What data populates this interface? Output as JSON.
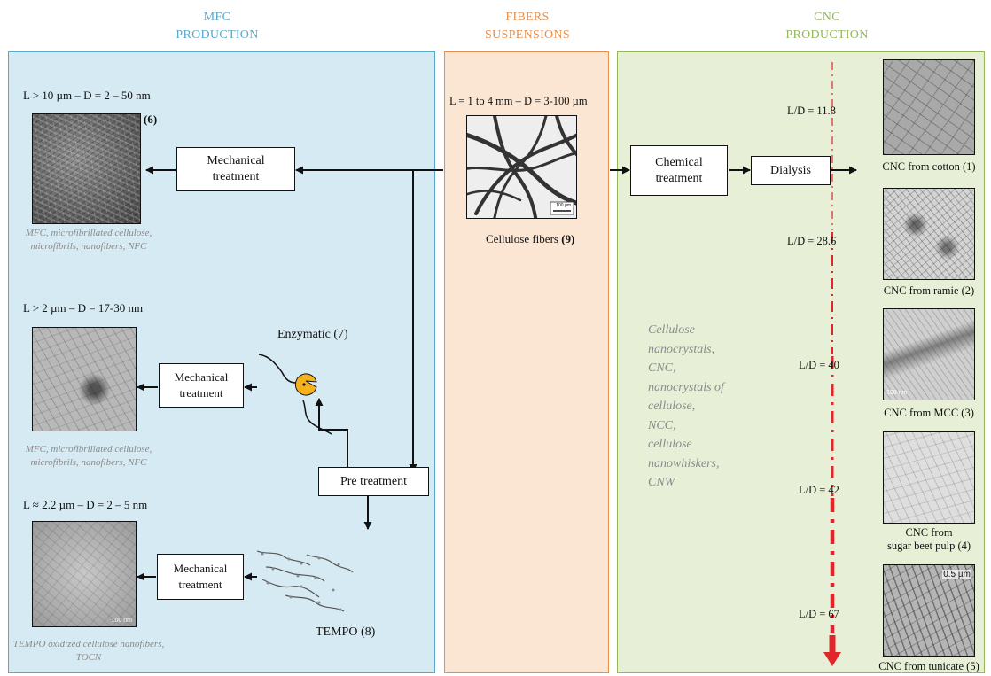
{
  "headers": {
    "mfc_line1": "MFC",
    "mfc_line2": "PRODUCTION",
    "fibers_line1": "FIBERS",
    "fibers_line2": "SUSPENSIONS",
    "cnc_line1": "CNC",
    "cnc_line2": "PRODUCTION"
  },
  "colors": {
    "mfc": "#5aa7c9",
    "mfc_fill": "#d6eaf3",
    "fibers": "#e6904e",
    "fibers_fill": "#fbe6d4",
    "cnc": "#93b75a",
    "cnc_fill": "#e7f0d6",
    "arrow_red": "#e0262b",
    "pacman": "#f5b21c"
  },
  "mfc": {
    "dim_1": "L > 10 µm – D = 2 – 50 nm",
    "ref_1": "(6)",
    "box_1": "Mechanical treatment",
    "note_1_line1": "MFC, microfibrillated cellulose,",
    "note_1_line2": "microfibrils, nanofibers, NFC",
    "dim_2": "L > 2 µm – D = 17-30 nm",
    "box_2": "Mechanical treatment",
    "enzymatic": "Enzymatic (7)",
    "note_2_line1": "MFC, microfibrillated cellulose,",
    "note_2_line2": "microfibrils, nanofibers, NFC",
    "pre_treatment": "Pre treatment",
    "dim_3": "L ≈ 2.2 µm – D = 2 – 5 nm",
    "box_3": "Mechanical treatment",
    "tempo": "TEMPO (8)",
    "scale_3": "100 nm",
    "note_3_line1": "TEMPO oxidized cellulose nanofibers,",
    "note_3_line2": "TOCN"
  },
  "fibers": {
    "dim": "L = 1 to 4 mm –  D = 3-100 µm",
    "scale": "100 µm",
    "caption": "Cellulose fibers",
    "ref": "(9)"
  },
  "cnc": {
    "chemical": "Chemical treatment",
    "dialysis": "Dialysis",
    "synonyms": [
      "Cellulose",
      "nanocrystals,",
      "CNC,",
      "nanocrystals of",
      "cellulose,",
      "NCC,",
      "cellulose",
      "nanowhiskers,",
      "CNW"
    ],
    "ld": [
      "L/D = 11.8",
      "L/D = 28.6",
      "L/D = 40",
      "L/D = 42",
      "L/D = 67"
    ],
    "captions": [
      "CNC from cotton (1)",
      "CNC from ramie (2)",
      "CNC from MCC (3)",
      "CNC from",
      "sugar beet pulp (4)",
      "CNC from tunicate (5)"
    ],
    "scale_mcc": "100 nm",
    "scale_tunicate": "0.5 µm"
  }
}
